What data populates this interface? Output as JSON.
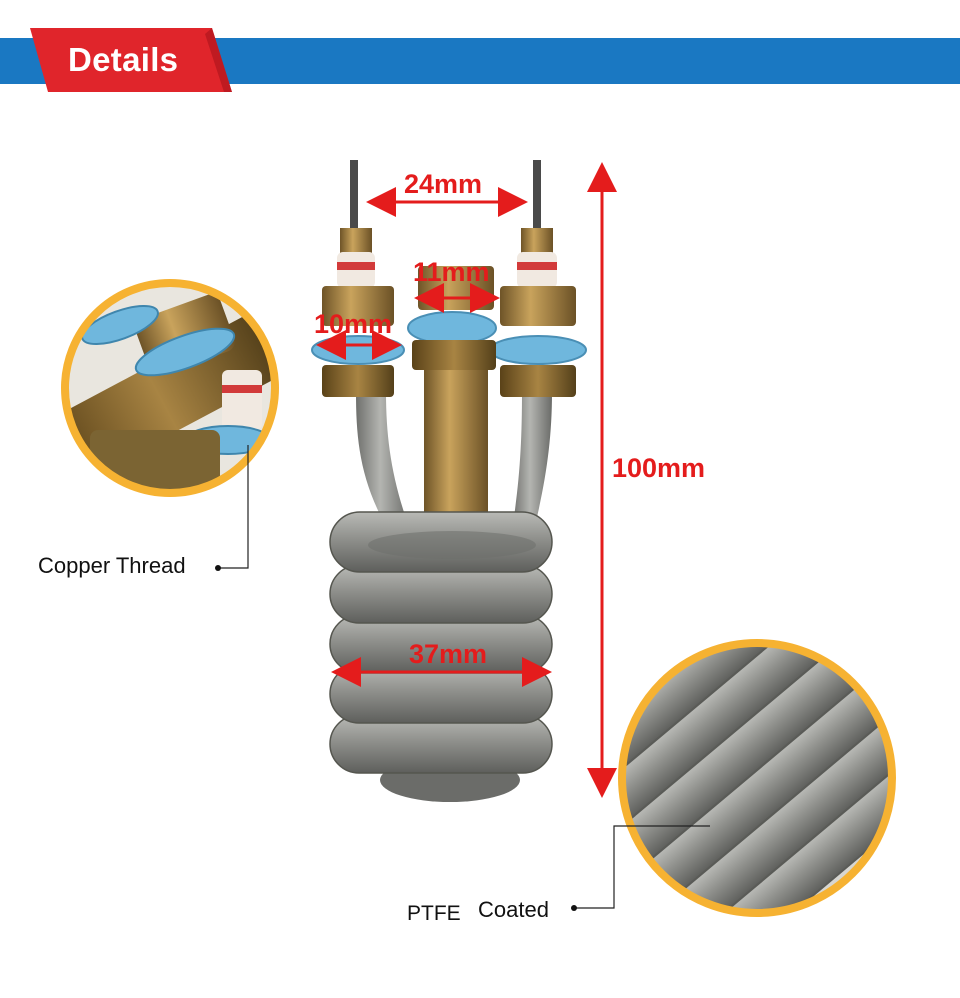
{
  "header": {
    "title": "Details"
  },
  "dimensions": {
    "terminal_spacing": "24mm",
    "center_nut": "11mm",
    "terminal_nut": "10mm",
    "total_height": "100mm",
    "coil_width": "37mm"
  },
  "callouts": {
    "copper_thread": "Copper Thread",
    "ptfe": "PTFE",
    "coated": "Coated"
  },
  "colors": {
    "header_bar": "#1a78c2",
    "header_tag": "#e0252b",
    "dimension_red": "#e41c1c",
    "circle_ring": "#f6b232",
    "coil_steel": "#8d8e8b",
    "brass": "#b08a45",
    "blue_ring": "#6fb7dd"
  }
}
